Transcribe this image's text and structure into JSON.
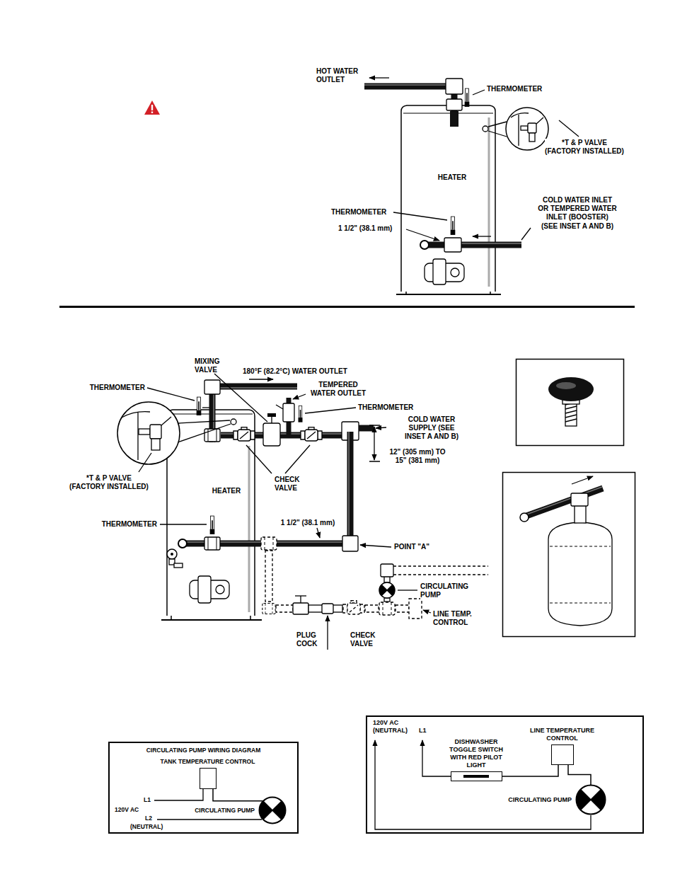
{
  "diagram": {
    "nodes": [
      {
        "text": [
          "HEATER"
        ]
      },
      {
        "text": [
          "HEATER"
        ]
      },
      {
        "text": [
          "CIRCULATING PUMP WIRING DIAGRAM"
        ]
      },
      {
        "text": [
          "TANK TEMPERATURE CONTROL"
        ],
        "in": 2
      },
      {
        "text": [
          "CIRCULATING PUMP"
        ],
        "in": 2
      },
      {
        "text": [
          "DISHWASHER TOGGLE SWITCH WITH RED PILOT LIGHT"
        ]
      },
      {
        "text": [
          "LINE TEMPERATURE CONTROL"
        ]
      },
      {
        "text": [
          "CIRCULATING PUMP"
        ]
      }
    ],
    "edges": [
      {
        "from": 3,
        "to": 4,
        "arrow": "none"
      },
      {
        "from": 5,
        "to": 6,
        "arrow": "none"
      },
      {
        "from": 6,
        "to": 7,
        "arrow": "none"
      }
    ],
    "labels": [
      "HOT WATER OUTLET",
      "THERMOMETER",
      "*T & P VALVE (FACTORY INSTALLED)",
      "COLD WATER INLET OR TEMPERED WATER INLET (BOOSTER) (SEE INSET A AND B)",
      "THERMOMETER",
      "1 1/2\" (38.1 mm)",
      "MIXING VALVE",
      "180°F (82.2°C) WATER OUTLET",
      "THERMOMETER",
      "TEMPERED WATER OUTLET",
      "THERMOMETER",
      "COLD WATER SUPPLY (SEE INSET A AND B)",
      "12\" (305 mm) TO 15\" (381 mm)",
      "*T & P VALVE (FACTORY INSTALLED)",
      "CHECK VALVE",
      "THERMOMETER",
      "1 1/2\" (38.1 mm)",
      "POINT \"A\"",
      "CIRCULATING PUMP",
      "LINE TEMP. CONTROL",
      "PLUG COCK",
      "CHECK VALVE",
      "L1",
      "120V AC",
      "L2",
      "(NEUTRAL)",
      "120V AC (NEUTRAL)",
      "L1"
    ]
  }
}
